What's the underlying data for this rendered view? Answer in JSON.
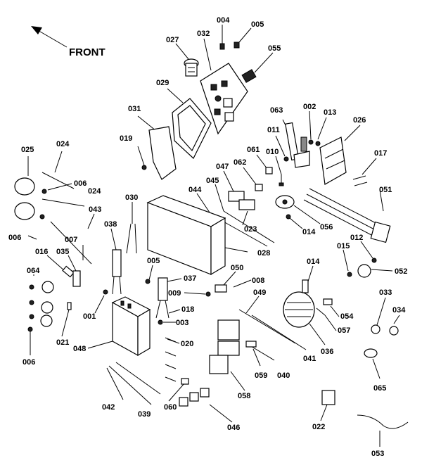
{
  "diagram": {
    "direction_label": "FRONT",
    "parts": [
      {
        "id": "p004",
        "label": "004"
      },
      {
        "id": "p005a",
        "label": "005"
      },
      {
        "id": "p027",
        "label": "027"
      },
      {
        "id": "p032",
        "label": "032"
      },
      {
        "id": "p055",
        "label": "055"
      },
      {
        "id": "p029",
        "label": "029"
      },
      {
        "id": "p063",
        "label": "063"
      },
      {
        "id": "p002",
        "label": "002"
      },
      {
        "id": "p013",
        "label": "013"
      },
      {
        "id": "p026",
        "label": "026"
      },
      {
        "id": "p031",
        "label": "031"
      },
      {
        "id": "p011",
        "label": "011"
      },
      {
        "id": "p019",
        "label": "019"
      },
      {
        "id": "p061",
        "label": "061"
      },
      {
        "id": "p010",
        "label": "010"
      },
      {
        "id": "p017",
        "label": "017"
      },
      {
        "id": "p024a",
        "label": "024"
      },
      {
        "id": "p025",
        "label": "025"
      },
      {
        "id": "p047",
        "label": "047"
      },
      {
        "id": "p062",
        "label": "062"
      },
      {
        "id": "p006a",
        "label": "006"
      },
      {
        "id": "p045",
        "label": "045"
      },
      {
        "id": "p044",
        "label": "044"
      },
      {
        "id": "p024b",
        "label": "024"
      },
      {
        "id": "p030",
        "label": "030"
      },
      {
        "id": "p051",
        "label": "051"
      },
      {
        "id": "p043",
        "label": "043"
      },
      {
        "id": "p023",
        "label": "023"
      },
      {
        "id": "p056",
        "label": "056"
      },
      {
        "id": "p014a",
        "label": "014"
      },
      {
        "id": "p038",
        "label": "038"
      },
      {
        "id": "p006b",
        "label": "006"
      },
      {
        "id": "p007",
        "label": "007"
      },
      {
        "id": "p012",
        "label": "012"
      },
      {
        "id": "p028",
        "label": "028"
      },
      {
        "id": "p016",
        "label": "016"
      },
      {
        "id": "p035",
        "label": "035"
      },
      {
        "id": "p015",
        "label": "015"
      },
      {
        "id": "p005b",
        "label": "005"
      },
      {
        "id": "p050",
        "label": "050"
      },
      {
        "id": "p014b",
        "label": "014"
      },
      {
        "id": "p052",
        "label": "052"
      },
      {
        "id": "p064",
        "label": "064"
      },
      {
        "id": "p037",
        "label": "037"
      },
      {
        "id": "p008",
        "label": "008"
      },
      {
        "id": "p009",
        "label": "009"
      },
      {
        "id": "p049",
        "label": "049"
      },
      {
        "id": "p033",
        "label": "033"
      },
      {
        "id": "p034",
        "label": "034"
      },
      {
        "id": "p001",
        "label": "001"
      },
      {
        "id": "p018",
        "label": "018"
      },
      {
        "id": "p003",
        "label": "003"
      },
      {
        "id": "p054",
        "label": "054"
      },
      {
        "id": "p057",
        "label": "057"
      },
      {
        "id": "p021",
        "label": "021"
      },
      {
        "id": "p048",
        "label": "048"
      },
      {
        "id": "p020",
        "label": "020"
      },
      {
        "id": "p036",
        "label": "036"
      },
      {
        "id": "p006c",
        "label": "006"
      },
      {
        "id": "p041",
        "label": "041"
      },
      {
        "id": "p040",
        "label": "040"
      },
      {
        "id": "p059",
        "label": "059"
      },
      {
        "id": "p065",
        "label": "065"
      },
      {
        "id": "p058",
        "label": "058"
      },
      {
        "id": "p042",
        "label": "042"
      },
      {
        "id": "p039",
        "label": "039"
      },
      {
        "id": "p060",
        "label": "060"
      },
      {
        "id": "p046",
        "label": "046"
      },
      {
        "id": "p022",
        "label": "022"
      },
      {
        "id": "p053",
        "label": "053"
      }
    ]
  }
}
